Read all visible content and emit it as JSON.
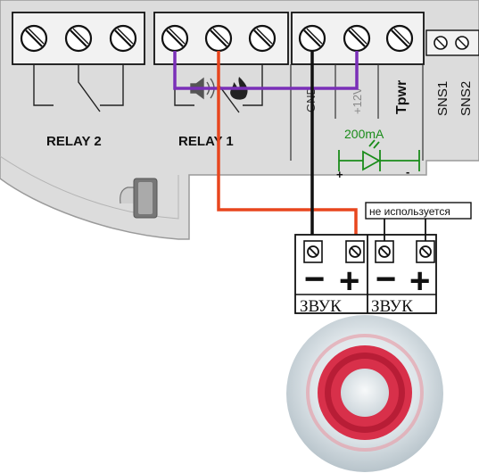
{
  "board": {
    "relay2_label": "RELAY 2",
    "relay1_label": "RELAY 1",
    "gnd_label": "GND",
    "plus12v_label": "+12V",
    "tpwr_label": "Tpwr",
    "sns1_label": "SNS1",
    "sns2_label": "SNS2",
    "led_current_label": "200mA",
    "led_plus_label": "+",
    "led_minus_label": "-"
  },
  "siren_block": {
    "not_used_label": "не используется",
    "left_minus": "−",
    "left_plus": "+",
    "right_minus": "−",
    "right_plus": "+",
    "left_caption": "ЗВУК",
    "right_caption": "ЗВУК"
  },
  "colors": {
    "wire_purple": "#7a2fb8",
    "wire_red": "#e8461e",
    "wire_black": "#111111",
    "led_green": "#1a8c1a",
    "board_grey": "#dcdcdc",
    "siren_ring": "#d8304a"
  }
}
